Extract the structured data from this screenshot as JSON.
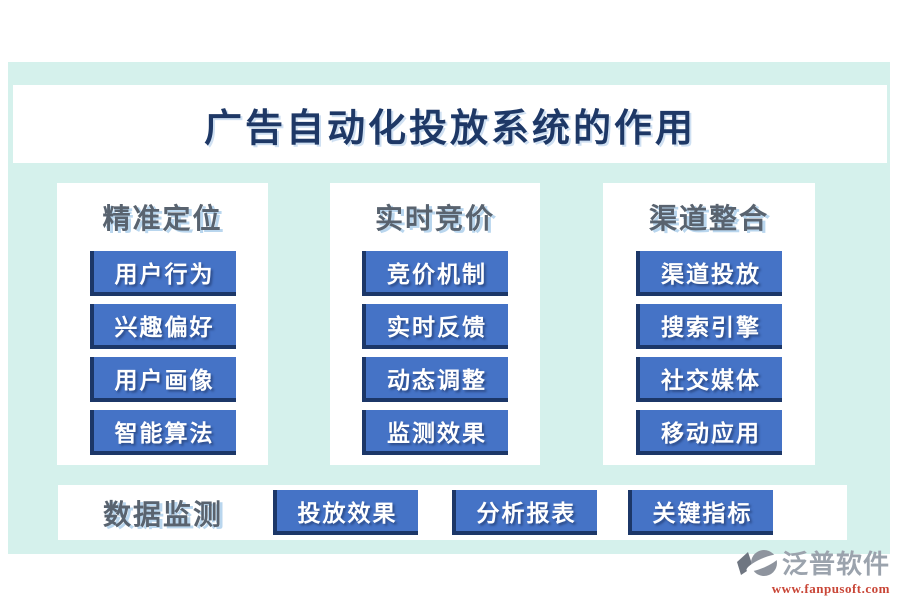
{
  "page": {
    "title": "广告自动化投放系统的作用",
    "colors": {
      "background": "#ffffff",
      "panel": "#d5f1ec",
      "card": "#ffffff",
      "button": "#4573c6",
      "button_shadow": "#1c3768",
      "title_text": "#1e3866",
      "header_text": "#59636f",
      "url_text": "#c94637"
    }
  },
  "columns": [
    {
      "header": "精准定位",
      "items": [
        "用户行为",
        "兴趣偏好",
        "用户画像",
        "智能算法"
      ]
    },
    {
      "header": "实时竞价",
      "items": [
        "竞价机制",
        "实时反馈",
        "动态调整",
        "监测效果"
      ]
    },
    {
      "header": "渠道整合",
      "items": [
        "渠道投放",
        "搜索引擎",
        "社交媒体",
        "移动应用"
      ]
    }
  ],
  "bottom_row": {
    "header": "数据监测",
    "items": [
      "投放效果",
      "分析报表",
      "关键指标"
    ]
  },
  "footer": {
    "brand": "泛普软件",
    "url": "www.fanpusoft.com"
  }
}
